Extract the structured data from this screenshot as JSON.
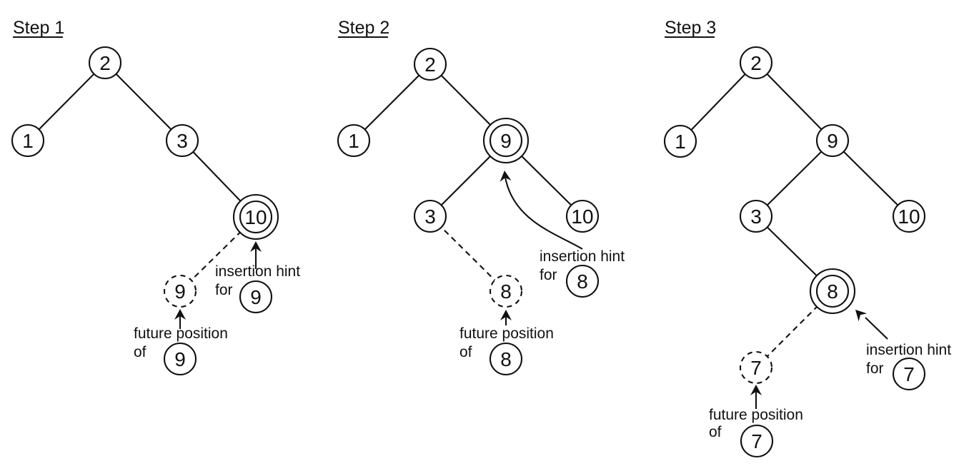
{
  "figure": {
    "ink_color": "#111111",
    "background_color": "#ffffff",
    "description": "Binary search tree insertion-hint steps"
  },
  "steps": [
    {
      "title": "Step 1",
      "node_labels": [
        "2",
        "1",
        "3",
        "10"
      ],
      "highlighted_node": "10",
      "pending_label": "9",
      "callouts": {
        "insertion_hint_line1": "insertion hint",
        "insertion_hint_line2": "for",
        "insertion_hint_value": "9",
        "future_line1": "future position",
        "future_line2": "of",
        "future_value": "9"
      }
    },
    {
      "title": "Step 2",
      "node_labels": [
        "2",
        "1",
        "9",
        "3",
        "10"
      ],
      "highlighted_node": "9",
      "pending_label": "8",
      "callouts": {
        "insertion_hint_line1": "insertion hint",
        "insertion_hint_line2": "for",
        "insertion_hint_value": "8",
        "future_line1": "future position",
        "future_line2": "of",
        "future_value": "8"
      }
    },
    {
      "title": "Step 3",
      "node_labels": [
        "2",
        "1",
        "9",
        "3",
        "10",
        "8"
      ],
      "highlighted_node": "8",
      "pending_label": "7",
      "callouts": {
        "insertion_hint_line1": "insertion hint",
        "insertion_hint_line2": "for",
        "insertion_hint_value": "7",
        "future_line1": "future position",
        "future_line2": "of",
        "future_value": "7"
      }
    }
  ]
}
